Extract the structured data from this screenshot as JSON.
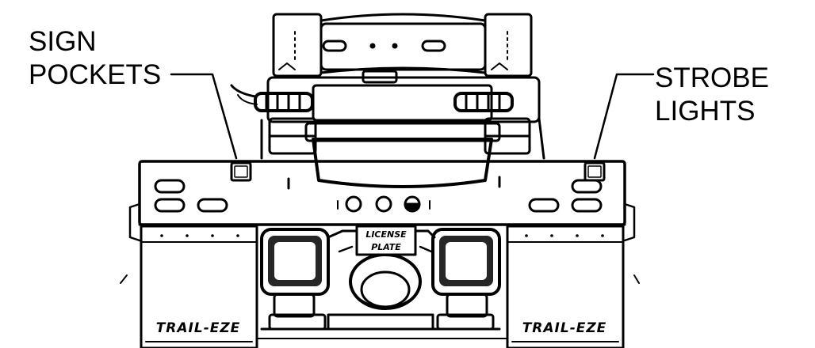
{
  "callouts": {
    "sign_pockets": {
      "line1": "SIGN",
      "line2": "POCKETS"
    },
    "strobe_lights": {
      "line1": "STROBE",
      "line2": "LIGHTS"
    }
  },
  "markings": {
    "plate_line1": "LICENSE",
    "plate_line2": "PLATE",
    "mudflap_left": "TRAIL-EZE",
    "mudflap_right": "TRAIL-EZE"
  },
  "colors": {
    "ink": "#000000",
    "paper": "#ffffff"
  }
}
